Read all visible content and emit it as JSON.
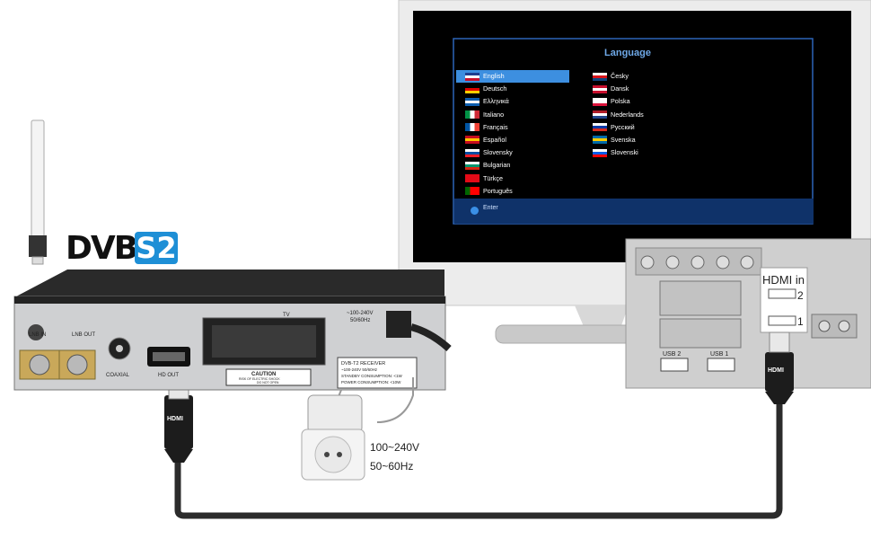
{
  "tv_menu": {
    "title": "Language",
    "languages_left": [
      {
        "name": "English",
        "flag": "uk",
        "selected": true
      },
      {
        "name": "Deutsch",
        "flag": "de",
        "selected": false
      },
      {
        "name": "Ελληνικά",
        "flag": "gr",
        "selected": false
      },
      {
        "name": "Italiano",
        "flag": "it",
        "selected": false
      },
      {
        "name": "Français",
        "flag": "fr",
        "selected": false
      },
      {
        "name": "Español",
        "flag": "es",
        "selected": false
      },
      {
        "name": "Slovensky",
        "flag": "sk",
        "selected": false
      },
      {
        "name": "Bulgarian",
        "flag": "bg",
        "selected": false
      },
      {
        "name": "Türkçe",
        "flag": "tr",
        "selected": false
      },
      {
        "name": "Português",
        "flag": "pt",
        "selected": false
      }
    ],
    "languages_right": [
      {
        "name": "Česky",
        "flag": "cz",
        "selected": false
      },
      {
        "name": "Dansk",
        "flag": "dk",
        "selected": false
      },
      {
        "name": "Polska",
        "flag": "pl",
        "selected": false
      },
      {
        "name": "Nederlands",
        "flag": "nl",
        "selected": false
      },
      {
        "name": "Русский",
        "flag": "ru",
        "selected": false
      },
      {
        "name": "Svenska",
        "flag": "se",
        "selected": false
      },
      {
        "name": "Slovenski",
        "flag": "si",
        "selected": false
      }
    ],
    "footer_button": "Enter"
  },
  "logo": {
    "text": "DVB",
    "badge": "S2"
  },
  "receiver": {
    "lnb_in": "LNB IN",
    "lnb_out": "LNB OUT",
    "coaxial": "COAXIAL",
    "hd_out": "HD OUT",
    "tv": "TV",
    "power_rating": "~100-240V",
    "power_freq": "50/60Hz",
    "caution": "CAUTION",
    "caution_sub1": "RISK OF ELECTRIC SHOCK",
    "caution_sub2": "DO NOT OPEN",
    "spec_line1": "DVB-T2 RECEIVER",
    "spec_line2": "~100-240V 50/60Hz",
    "spec_line3": "STANDBY CONSUMPTION: <1W",
    "spec_line4": "POWER CONSUMPTION: <10W"
  },
  "tv_back": {
    "hdmi_in": "HDMI in",
    "hdmi_port_2": "2",
    "hdmi_port_1": "1",
    "usb2": "USB 2",
    "usb1": "USB 1"
  },
  "power": {
    "voltage": "100~240V",
    "frequency": "50~60Hz"
  },
  "cable": {
    "plug_label": "HDMI"
  },
  "colors": {
    "menu_bg": "#000000",
    "menu_border": "#2060b0",
    "selection": "#3d8fe0",
    "logo_blue": "#1e8fd6"
  }
}
